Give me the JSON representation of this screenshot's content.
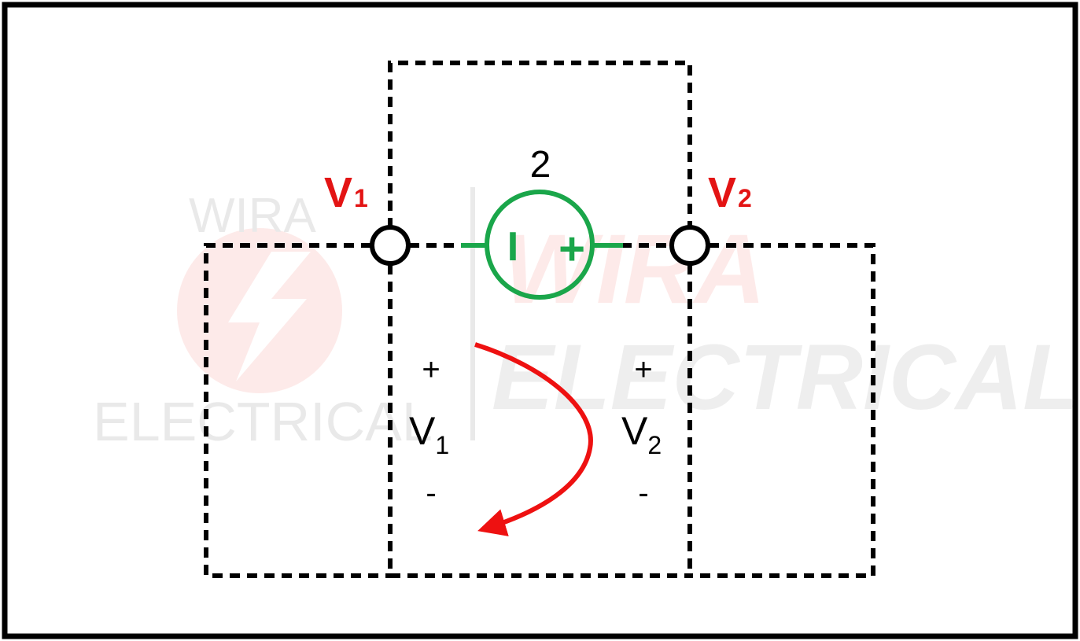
{
  "watermark": {
    "logo_text_top": "WIRA",
    "logo_text_bottom": "ELECTRICAL",
    "big_text_top": "WIRA",
    "big_text_bottom": "ELECTRICAL",
    "logo_color": "#f05a4f"
  },
  "source": {
    "label": "2",
    "minus_symbol": "I",
    "plus_symbol": "+",
    "color": "#1aa64a"
  },
  "nodes": {
    "v1": {
      "name": "V",
      "sub": "1",
      "color": "#e31414"
    },
    "v2": {
      "name": "V",
      "sub": "2",
      "color": "#e31414"
    }
  },
  "voltages": {
    "v1": {
      "plus": "+",
      "name": "V",
      "sub": "1",
      "minus": "-"
    },
    "v2": {
      "plus": "+",
      "name": "V",
      "sub": "2",
      "minus": "-"
    }
  },
  "loop_arrow": {
    "color": "#ee1111",
    "icon": "curved-arrow-icon"
  },
  "wire_color": "#000000"
}
